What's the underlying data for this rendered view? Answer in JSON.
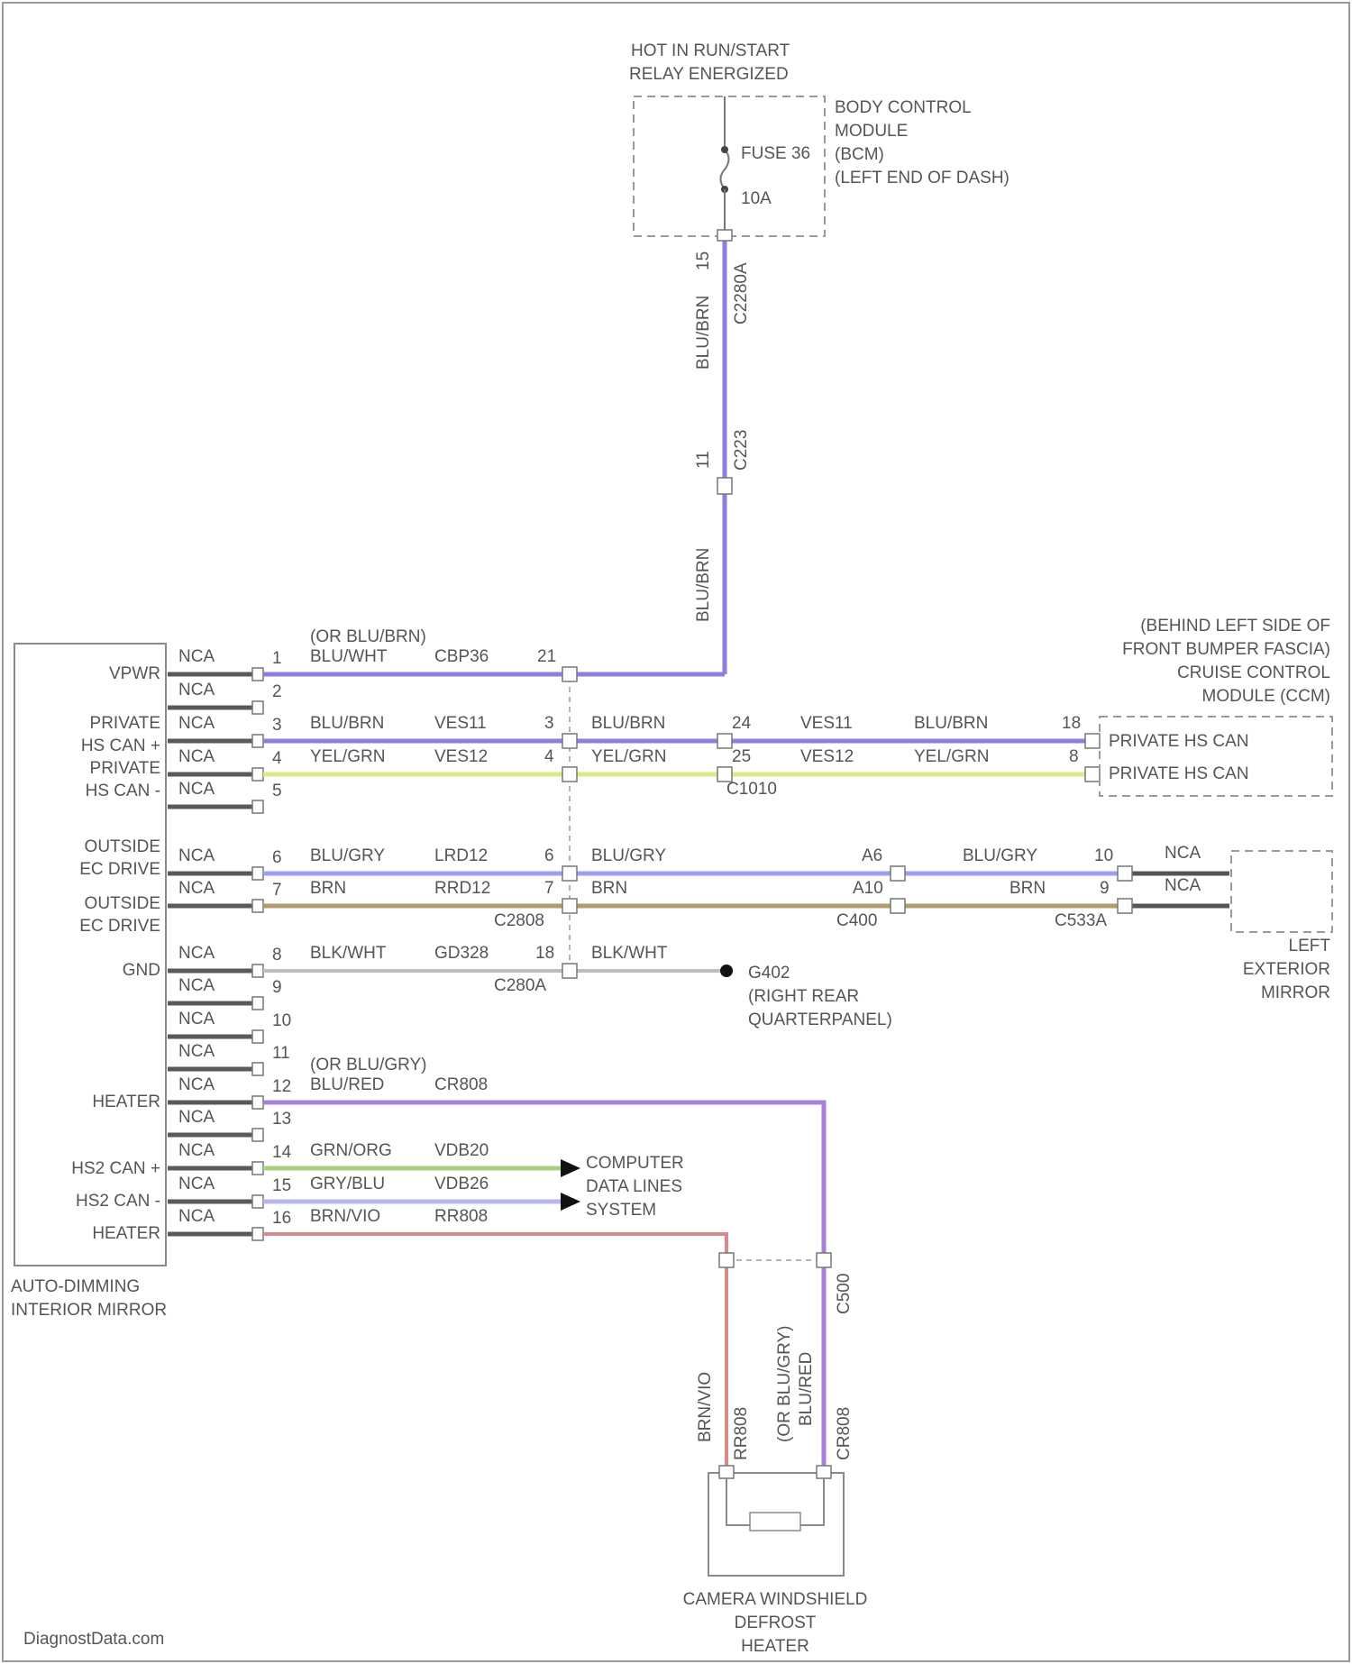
{
  "colors": {
    "blu_brn": "#8b7fe0",
    "yel_grn": "#d7ea86",
    "blu_gry": "#9d9ff0",
    "brn": "#b19c6e",
    "blk_wht": "#bdbdbd",
    "blu_red": "#a77fdd",
    "grn_org": "#a9d27f",
    "gry_blu": "#b8b6f2",
    "brn_vio": "#d78a8a",
    "ext": "#555555"
  },
  "power": {
    "source_line1": "HOT IN RUN/START",
    "source_line2": "RELAY ENERGIZED",
    "module_name": [
      "BODY CONTROL",
      "MODULE",
      "(BCM)",
      "(LEFT END OF DASH)"
    ],
    "fuse_name": "FUSE 36",
    "fuse_rating": "10A",
    "wire1_label": "BLU/BRN",
    "wire1_pin": "15",
    "wire1_connector": "C2280A",
    "inline_pin": "11",
    "inline_connector": "C223",
    "wire2_label": "BLU/BRN"
  },
  "mirror": {
    "name": [
      "AUTO-DIMMING",
      "INTERIOR MIRROR"
    ],
    "functions": {
      "vpwr": "VPWR",
      "private_can_plus": [
        "PRIVATE",
        "HS CAN +"
      ],
      "private_can_minus": [
        "PRIVATE",
        "HS CAN -"
      ],
      "outside_ec_1": [
        "OUTSIDE",
        "EC DRIVE"
      ],
      "outside_ec_2": [
        "OUTSIDE",
        "EC DRIVE"
      ],
      "gnd": "GND",
      "heater_1": "HEATER",
      "hs2_can_plus": "HS2 CAN +",
      "hs2_can_minus": "HS2 CAN -",
      "heater_2": "HEATER"
    },
    "pins": [
      "1",
      "2",
      "3",
      "4",
      "5",
      "6",
      "7",
      "8",
      "9",
      "10",
      "11",
      "12",
      "13",
      "14",
      "15",
      "16"
    ],
    "nca": "NCA"
  },
  "circuits": {
    "r1": {
      "alt": "(OR BLU/BRN)",
      "color_label": "BLU/WHT",
      "circuit": "CBP36",
      "pin": "21"
    },
    "r3": {
      "color_label": "BLU/BRN",
      "circuit": "VES11",
      "pin_a": "3",
      "color2": "BLU/BRN",
      "pin_b": "24",
      "circuit2": "VES11",
      "color3": "BLU/BRN",
      "pin_c": "18"
    },
    "r4": {
      "color_label": "YEL/GRN",
      "circuit": "VES12",
      "pin_a": "4",
      "color2": "YEL/GRN",
      "pin_b": "25",
      "circuit2": "VES12",
      "color3": "YEL/GRN",
      "pin_c": "8",
      "connector": "C1010"
    },
    "r6": {
      "color_label": "BLU/GRY",
      "circuit": "LRD12",
      "pin_a": "6",
      "color2": "BLU/GRY",
      "pin_b": "A6",
      "color3": "BLU/GRY",
      "pin_c": "10"
    },
    "r7": {
      "color_label": "BRN",
      "circuit": "RRD12",
      "pin_a": "7",
      "color2": "BRN",
      "pin_b": "A10",
      "color3": "BRN",
      "pin_c": "9",
      "connector_a": "C2808",
      "connector_b": "C400",
      "connector_c": "C533A"
    },
    "r8": {
      "color_label": "BLK/WHT",
      "circuit": "GD328",
      "pin_a": "18",
      "color2": "BLK/WHT",
      "connector": "C280A",
      "ground": [
        "G402",
        "(RIGHT REAR",
        "QUARTERPANEL)"
      ]
    },
    "r12": {
      "alt": "(OR BLU/GRY)",
      "color_label": "BLU/RED",
      "circuit": "CR808"
    },
    "r14": {
      "color_label": "GRN/ORG",
      "circuit": "VDB20"
    },
    "r15": {
      "color_label": "GRY/BLU",
      "circuit": "VDB26"
    },
    "r16": {
      "color_label": "BRN/VIO",
      "circuit": "RR808"
    },
    "data_system": [
      "COMPUTER",
      "DATA LINES",
      "SYSTEM"
    ]
  },
  "ccm": {
    "location": [
      "(BEHIND LEFT SIDE OF",
      "FRONT BUMPER FASCIA)",
      "CRUISE CONTROL",
      "MODULE (CCM)"
    ],
    "pin_plus": "PRIVATE HS CAN",
    "pin_minus": "PRIVATE HS CAN"
  },
  "ext_mirror": {
    "name": [
      "LEFT",
      "EXTERIOR",
      "MIRROR"
    ],
    "nca": "NCA"
  },
  "heater": {
    "wire_left_label": "BRN/VIO",
    "wire_left_circuit": "RR808",
    "wire_right_alt": "(OR BLU/GRY)",
    "wire_right_label": "BLU/RED",
    "wire_right_circuit": "CR808",
    "connector": "C500",
    "name": [
      "CAMERA WINDSHIELD",
      "DEFROST",
      "HEATER"
    ]
  },
  "watermark": "DiagnostData.com"
}
